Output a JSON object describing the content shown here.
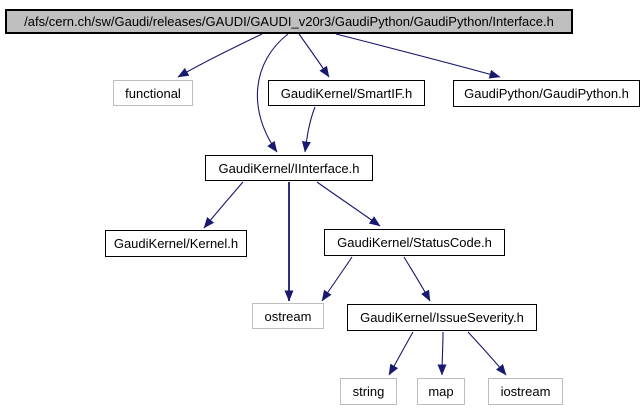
{
  "colors": {
    "background": "#ffffff",
    "edge_color": "#191970",
    "node_fill": "#ffffff",
    "main_node_fill": "#bfbfbf",
    "main_node_border": "#000000",
    "project_node_border": "#000000",
    "system_node_border": "#bdbdbd",
    "text_color": "#000000"
  },
  "graph": {
    "nodes": [
      {
        "id": "interface",
        "label": "/afs/cern.ch/sw/Gaudi/releases/GAUDI/GAUDI_v20r3/GaudiPython/GaudiPython/Interface.h",
        "kind": "main"
      },
      {
        "id": "functional",
        "label": "functional",
        "kind": "system"
      },
      {
        "id": "smartif",
        "label": "GaudiKernel/SmartIF.h",
        "kind": "project"
      },
      {
        "id": "gaudipython",
        "label": "GaudiPython/GaudiPython.h",
        "kind": "project"
      },
      {
        "id": "iinterface",
        "label": "GaudiKernel/IInterface.h",
        "kind": "project"
      },
      {
        "id": "kernel",
        "label": "GaudiKernel/Kernel.h",
        "kind": "project"
      },
      {
        "id": "statuscode",
        "label": "GaudiKernel/StatusCode.h",
        "kind": "project"
      },
      {
        "id": "ostream",
        "label": "ostream",
        "kind": "system"
      },
      {
        "id": "issueseverity",
        "label": "GaudiKernel/IssueSeverity.h",
        "kind": "project"
      },
      {
        "id": "string",
        "label": "string",
        "kind": "system"
      },
      {
        "id": "map",
        "label": "map",
        "kind": "system"
      },
      {
        "id": "iostream",
        "label": "iostream",
        "kind": "system"
      }
    ],
    "edges": [
      {
        "from": "interface",
        "to": "functional"
      },
      {
        "from": "interface",
        "to": "smartif"
      },
      {
        "from": "interface",
        "to": "gaudipython"
      },
      {
        "from": "interface",
        "to": "iinterface"
      },
      {
        "from": "smartif",
        "to": "iinterface"
      },
      {
        "from": "iinterface",
        "to": "kernel"
      },
      {
        "from": "iinterface",
        "to": "ostream"
      },
      {
        "from": "iinterface",
        "to": "statuscode"
      },
      {
        "from": "statuscode",
        "to": "ostream"
      },
      {
        "from": "statuscode",
        "to": "issueseverity"
      },
      {
        "from": "issueseverity",
        "to": "string"
      },
      {
        "from": "issueseverity",
        "to": "map"
      },
      {
        "from": "issueseverity",
        "to": "iostream"
      }
    ]
  }
}
